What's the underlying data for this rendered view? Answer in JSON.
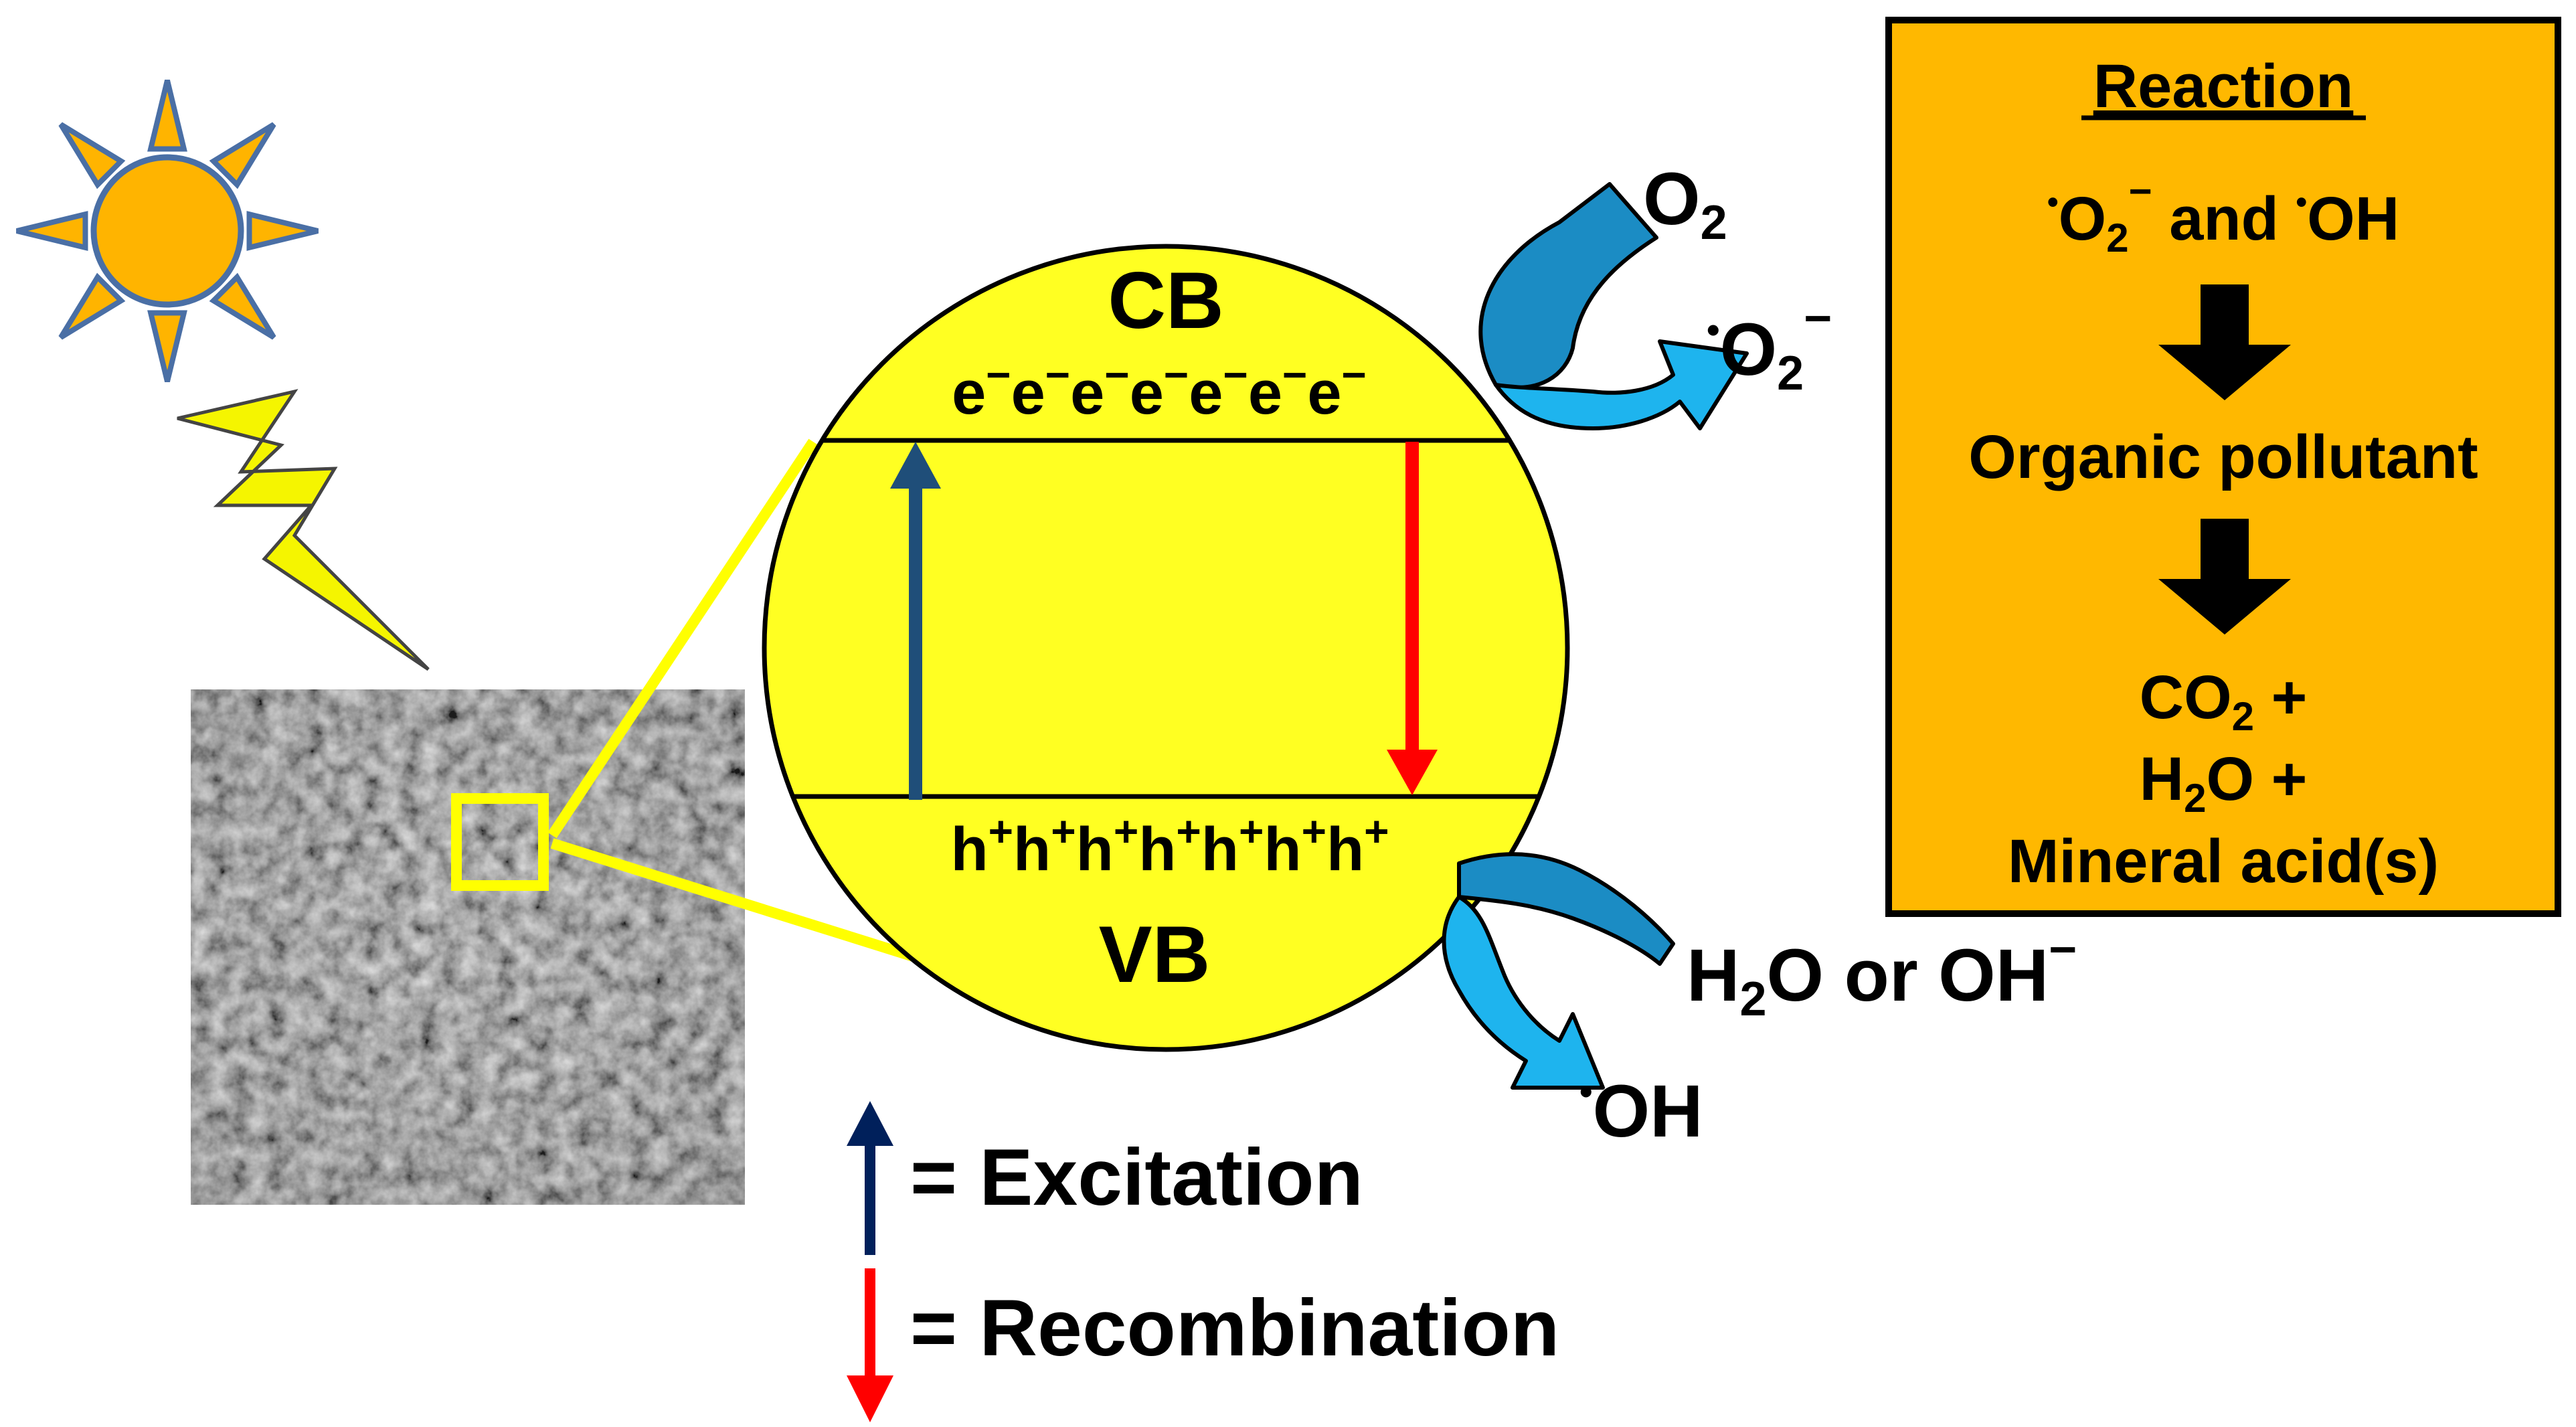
{
  "circle": {
    "cb_label": "CB",
    "vb_label": "VB",
    "electrons": [
      "e",
      "e",
      "e",
      "e",
      "e",
      "e",
      "e"
    ],
    "holes": [
      "h",
      "h",
      "h",
      "h",
      "h",
      "h",
      "h"
    ],
    "electron_sup": "−",
    "hole_sup": "+"
  },
  "species": {
    "o2": "O",
    "o2_sub": "2",
    "superoxide_dot": "•",
    "superoxide": "O",
    "superoxide_sub": "2",
    "superoxide_sup": "−",
    "water": "H",
    "water_sub": "2",
    "water_rest": "O or OH",
    "water_sup": "−",
    "hydroxyl_dot": "•",
    "hydroxyl": "OH"
  },
  "legend": {
    "excitation": "= Excitation",
    "recombination": "= Recombination"
  },
  "reaction_box": {
    "title": "Reaction",
    "line1_dot1": "•",
    "line1_a": "O",
    "line1_sub": "2",
    "line1_sup": "−",
    "line1_and": " and ",
    "line1_dot2": "•",
    "line1_b": "OH",
    "step2": "Organic pollutant",
    "prod1_a": "CO",
    "prod1_sub": "2",
    "prod1_b": " +",
    "prod2_a": "H",
    "prod2_sub": "2",
    "prod2_b": "O +",
    "prod3": "Mineral acid(s)"
  },
  "colors": {
    "sun": "#FFB400",
    "sun_outline": "#4A6FA5",
    "lightning": "#F5F500",
    "circle_fill": "#FFFF22",
    "excitation_arrow": "#1F4E79",
    "recombination_arrow": "#FF0000",
    "curve_dark": "#1B8CC4",
    "curve_light": "#1EB4EE",
    "reaction_box": "#FFB800"
  },
  "icons": {
    "sun": "sun-icon",
    "lightning": "lightning-icon"
  }
}
